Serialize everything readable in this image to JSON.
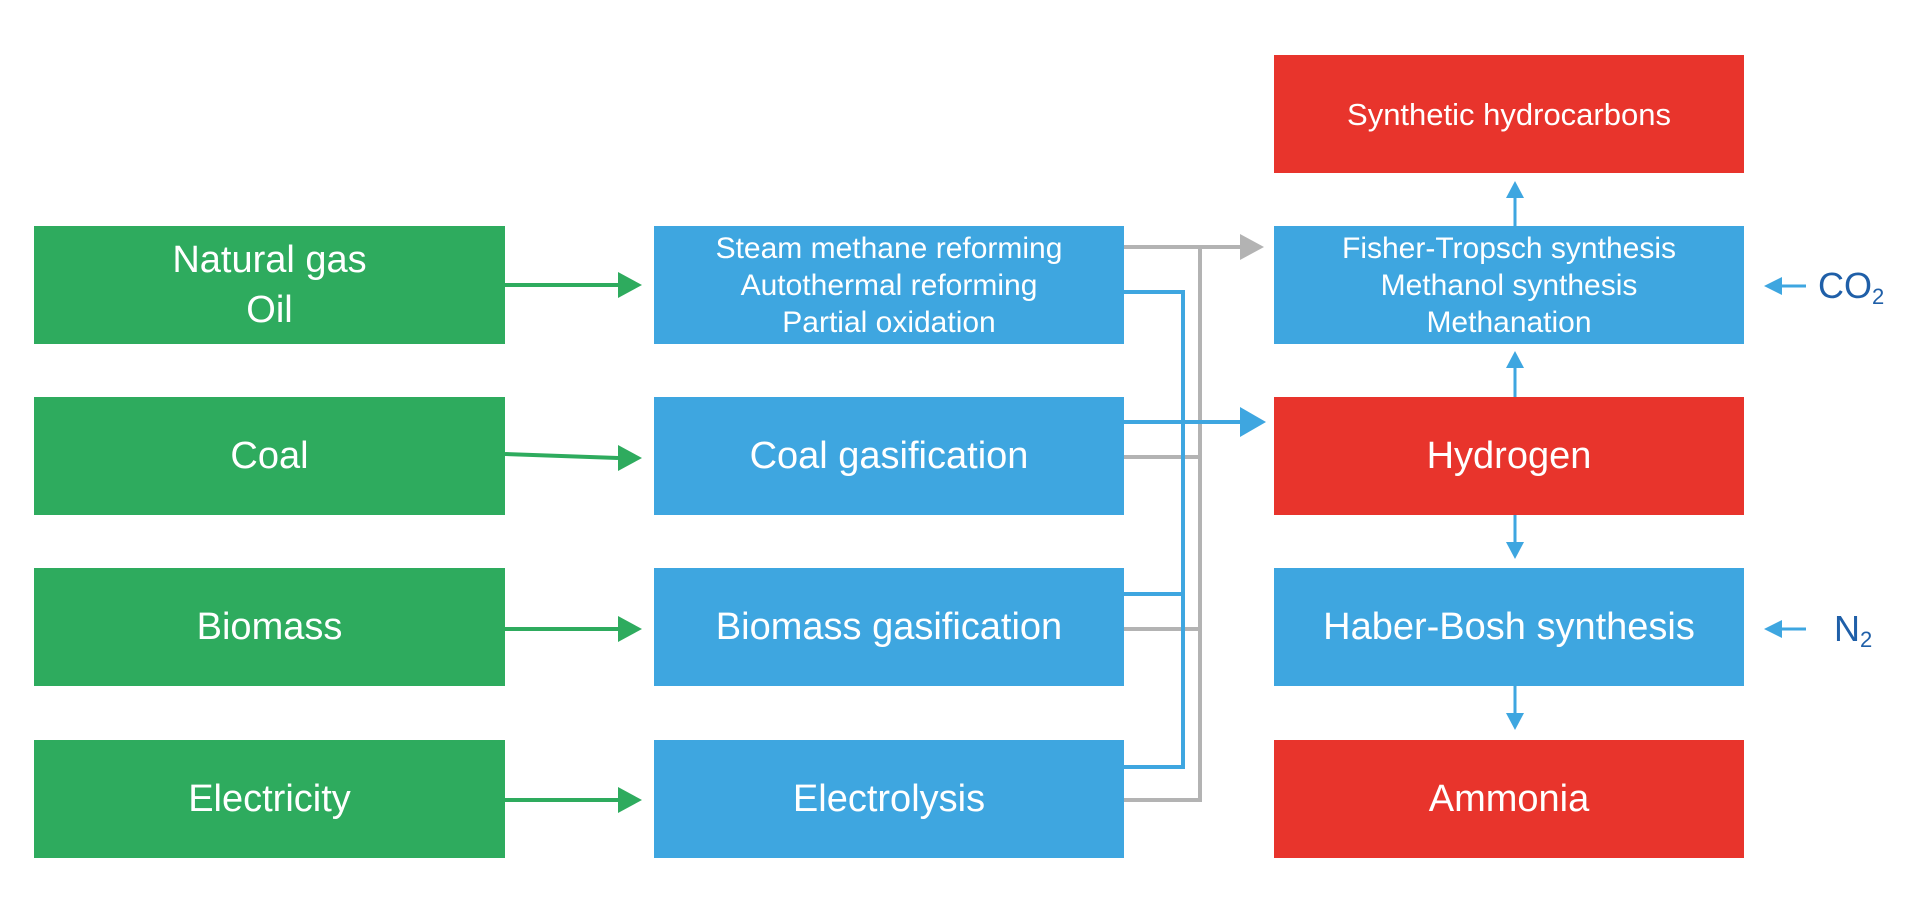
{
  "colors": {
    "source_box": "#2eab5e",
    "process_box": "#3ea6e0",
    "product_box": "#e8342c",
    "green_arrow": "#2eab5e",
    "blue_arrow": "#3ea6e0",
    "grey_line": "#b3b3b3",
    "external_label": "#1f5fa8"
  },
  "sources": {
    "natural_gas": "Natural gas",
    "oil": "Oil",
    "coal": "Coal",
    "biomass": "Biomass",
    "electricity": "Electricity"
  },
  "processes": {
    "reforming": {
      "line1": "Steam methane reforming",
      "line2": "Autothermal reforming",
      "line3": "Partial oxidation"
    },
    "coal_gasification": "Coal gasification",
    "biomass_gasification": "Biomass gasification",
    "electrolysis": "Electrolysis"
  },
  "synthesis": {
    "line1": "Fisher-Tropsch synthesis",
    "line2": "Methanol synthesis",
    "line3": "Methanation"
  },
  "haber_bosch": "Haber-Bosh synthesis",
  "products": {
    "synthetic_hydrocarbons": "Synthetic hydrocarbons",
    "hydrogen": "Hydrogen",
    "ammonia": "Ammonia"
  },
  "inputs": {
    "co2": {
      "base": "CO",
      "sub": "2"
    },
    "n2": {
      "base": "N",
      "sub": "2"
    }
  }
}
